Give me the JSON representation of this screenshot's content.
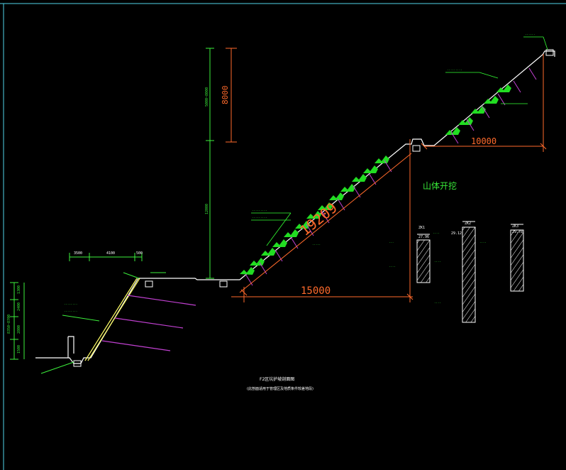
{
  "drawing": {
    "background": "#000000",
    "colors": {
      "frame": "#4fd3e8",
      "ground": "#ffffff",
      "dimension_primary": "#ff6a2b",
      "dimension_secondary": "#3cf03c",
      "anchor": "#c040d0",
      "vegetation": "#22dd22",
      "callout": "#33ff33",
      "wall": "#ffff66"
    },
    "dimensions": {
      "bench_height": "8000",
      "slope_length": "19209",
      "slope_base": "15000",
      "upper_berm": "10000",
      "vertical_range": "5000~8000",
      "lower_height": "12000",
      "berm_a": "3500",
      "berm_b": "4100",
      "berm_c": "500",
      "left_1": "1300",
      "left_2": "2400",
      "left_3": "2800",
      "left_4": "1500",
      "left_total": "8350~8700"
    },
    "labels": {
      "excavation": "山体开挖",
      "section_title": "F2区坑护坡剖面图",
      "section_subtitle": "(此剖面适用于管理区及地质条件较差地段)"
    },
    "boreholes": [
      {
        "id": "ZK1",
        "elev": "27.96"
      },
      {
        "id": "ZK2",
        "elev": "29.12"
      },
      {
        "id": "ZK3",
        "elev": "29.78"
      }
    ]
  }
}
